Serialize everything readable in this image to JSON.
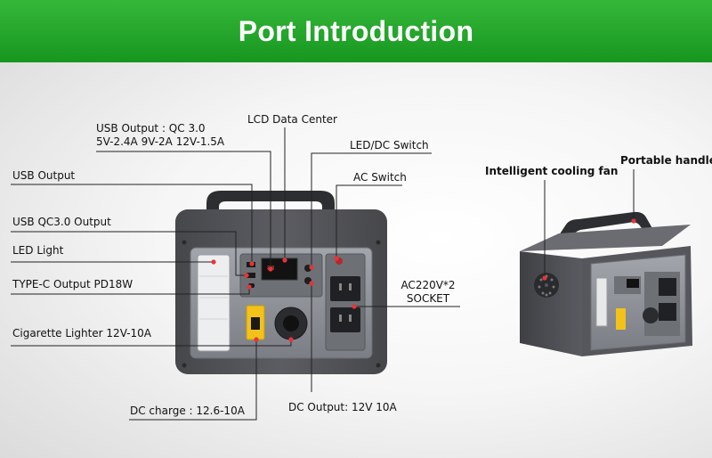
{
  "banner": {
    "title": "Port Introduction"
  },
  "labels": {
    "usb_output_qc": "USB Output : QC 3.0",
    "usb_output_qc_spec": "5V-2.4A 9V-2A 12V-1.5A",
    "lcd_data_center": "LCD Data Center",
    "led_dc_switch": "LED/DC Switch",
    "ac_switch": "AC Switch",
    "usb_output": "USB Output",
    "usb_qc3_output": "USB QC3.0 Output",
    "led_light": "LED Light",
    "type_c_output": "TYPE-C Output PD18W",
    "cigarette_lighter": "Cigarette Lighter 12V-10A",
    "dc_charge": "DC charge : 12.6-10A",
    "dc_output": "DC Output: 12V 10A",
    "ac_socket_line1": "AC220V*2",
    "ac_socket_line2": "SOCKET",
    "cooling_fan": "Intelligent cooling fan",
    "portable_handle": "Portable handle"
  },
  "colors": {
    "banner_green": "#1fa326",
    "body_gray": "#55565a",
    "panel_gray": "#8b8e94",
    "xt60_yellow": "#f2c21a",
    "led_red": "#e8333a"
  }
}
